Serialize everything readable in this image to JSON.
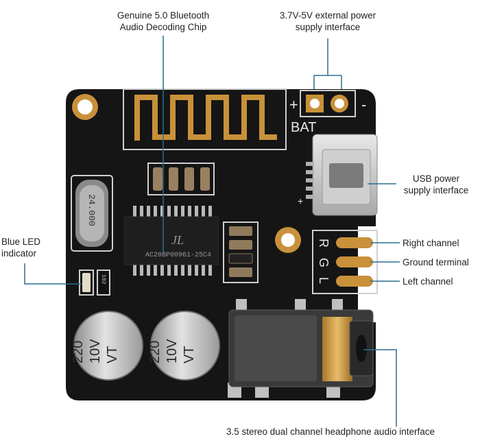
{
  "callouts": {
    "chip": [
      "Genuine 5.0 Bluetooth",
      "Audio Decoding Chip"
    ],
    "power": [
      "3.7V-5V external power",
      "supply interface"
    ],
    "usb": [
      "USB power",
      "supply interface"
    ],
    "led": [
      "Blue LED",
      "indicator"
    ],
    "right": "Right channel",
    "ground": "Ground terminal",
    "left": "Left channel",
    "jack": "3.5 stereo dual channel headphone audio interface"
  },
  "board": {
    "silkscreen_bat": "BAT",
    "plus": "+",
    "minus": "-",
    "pad_letters": [
      "R",
      "G",
      "L"
    ],
    "crystal": "24.000",
    "chip_logo": "JL",
    "chip_marking": "AC20BP00961-25C4",
    "resistor": "102",
    "cap_text": [
      "220",
      "10V",
      "VT"
    ]
  },
  "colors": {
    "pcb": "#151515",
    "gold": "#c8913a",
    "callout_line": "#2a6f90",
    "cap_silver": "#c4c4c4",
    "jack_brass": "#c99a3c"
  }
}
